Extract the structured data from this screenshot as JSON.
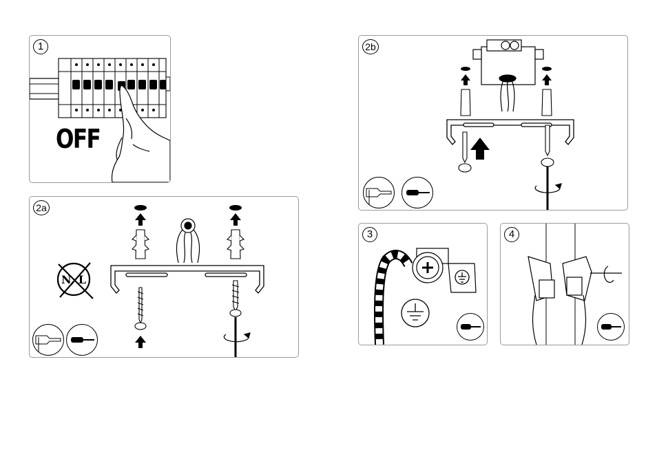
{
  "panels": {
    "p1": {
      "step": "1"
    },
    "p2a": {
      "step": "2a"
    },
    "p2b": {
      "step": "2b"
    },
    "p3": {
      "step": "3"
    },
    "p4": {
      "step": "4"
    }
  },
  "power_state_label": "OFF",
  "forbidden_label": "N, L",
  "colors": {
    "border": "#9a9a9a",
    "ink": "#000000",
    "paper": "#ffffff"
  },
  "icons": [
    "circuit-breaker-panel-icon",
    "pointing-hand-icon",
    "drill-icon",
    "screwdriver-icon",
    "rotation-arrow-icon",
    "earth-ground-symbol-icon",
    "wall-plug-icon",
    "screw-icon",
    "mounting-bracket-icon",
    "junction-box-icon",
    "terminal-block-icon"
  ]
}
